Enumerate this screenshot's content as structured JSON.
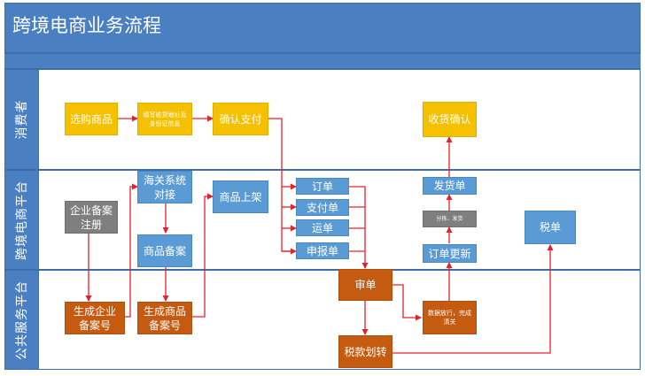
{
  "title": "跨境电商业务流程",
  "lanes": {
    "consumer": "消费者",
    "platform": "跨境电商平台",
    "public": "公共服务平台"
  },
  "nodes": {
    "select_goods": "选购商品",
    "fill_address": "填写收货地址及身份证信息",
    "confirm_pay": "确认支付",
    "confirm_receipt": "收货确认",
    "customs_link": "海关系统对接",
    "goods_listing": "商品上架",
    "order": "订单",
    "payment": "支付单",
    "waybill": "运单",
    "declaration": "申报单",
    "delivery": "发货单",
    "sort_ship": "分拣、发货",
    "order_update": "订单更新",
    "tax_bill": "税单",
    "enterprise_filing": "企业备案注册",
    "goods_filing": "商品备案",
    "gen_enterprise_no": "生成企业备案号",
    "gen_goods_no": "生成商品备案号",
    "review": "审单",
    "release_data": "数据放行，完成清关",
    "tax_transfer": "税款划转"
  },
  "colors": {
    "header": "#4a7fc1",
    "consumer_node": "#f5c000",
    "platform_node": "#5b9bd5",
    "gray_node": "#7f7f7f",
    "public_node": "#c55a11",
    "arrow": "#e8202a"
  }
}
